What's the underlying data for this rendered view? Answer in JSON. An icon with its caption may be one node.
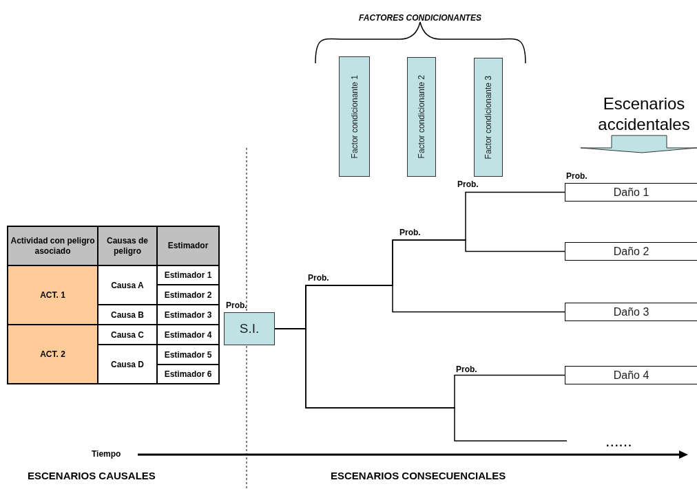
{
  "diagram": {
    "nodes": [
      {
        "text": [
          "Factor condicionante 1"
        ]
      },
      {
        "text": [
          "Factor condicionante 2"
        ]
      },
      {
        "text": [
          "Factor condicionante 3"
        ]
      },
      {
        "text": [
          "S.I."
        ]
      },
      {
        "text": [
          "Daño 1"
        ]
      },
      {
        "text": [
          "Daño 2"
        ]
      },
      {
        "text": [
          "Daño 3"
        ]
      },
      {
        "text": [
          "Daño 4"
        ]
      }
    ],
    "edges": [
      {
        "from": 3,
        "to": 4,
        "arrow": "none"
      },
      {
        "from": 3,
        "to": 5,
        "arrow": "none"
      },
      {
        "from": 3,
        "to": 6,
        "arrow": "none"
      },
      {
        "from": 3,
        "to": 7,
        "arrow": "none"
      },
      {
        "from": 3,
        "to": null,
        "arrow": "none"
      }
    ],
    "labels": [
      "FACTORES CONDICIONANTES",
      "Escenarios accidentales",
      "Prob.",
      "Prob.",
      "Prob.",
      "Prob.",
      "Actividad con peligro asociado",
      "Causas de peligro",
      "Estimador",
      "ACT. 1",
      "Causa A",
      "Estimador 1",
      "Estimador 2",
      "Causa B",
      "Estimador 3",
      "ACT. 2",
      "Causa C",
      "Estimador 4",
      "Causa D",
      "Estimador 5",
      "Estimador 6",
      "Prob.",
      "Prob.",
      "Tiempo",
      "......",
      "ESCENARIOS CAUSALES",
      "ESCENARIOS CONSECUENCIALES"
    ]
  }
}
